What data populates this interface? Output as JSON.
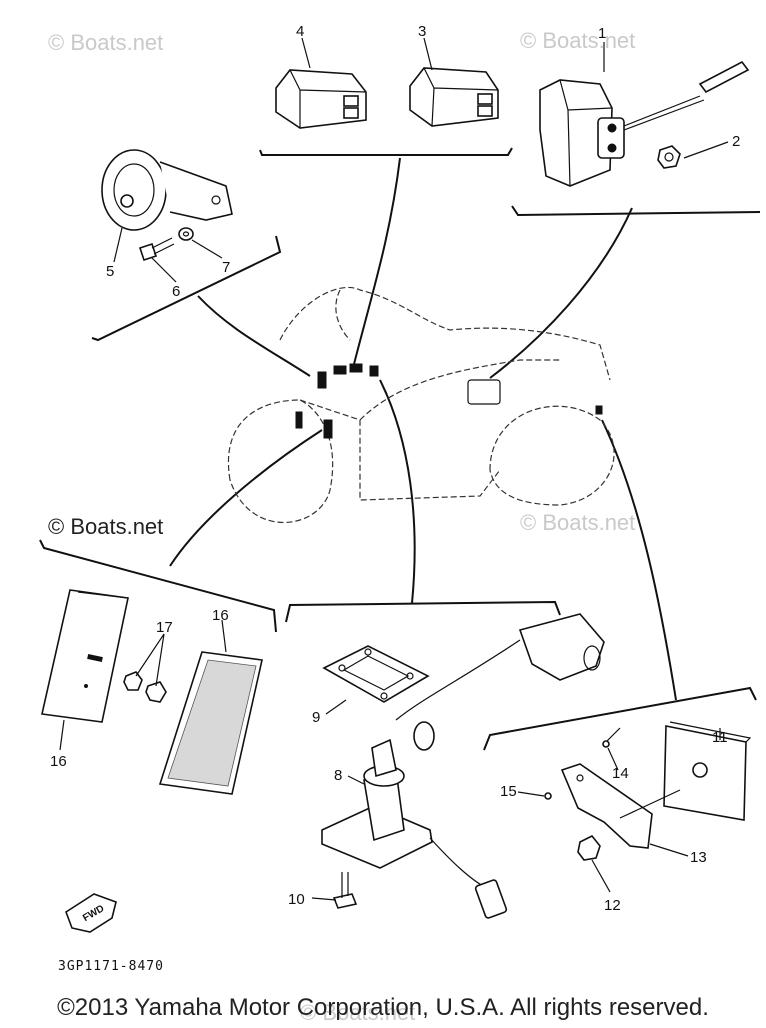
{
  "diagram": {
    "callouts": [
      "1",
      "2",
      "3",
      "4",
      "5",
      "6",
      "7",
      "8",
      "9",
      "10",
      "11",
      "12",
      "13",
      "14",
      "15",
      "16",
      "16",
      "17"
    ],
    "part_code": "3GP1171-8470",
    "fwd_label": "FWD",
    "watermarks": [
      "© Boats.net",
      "© Boats.net",
      "© Boats.net",
      "© Boats.net",
      "© Boats.net"
    ],
    "copyright": "©2013 Yamaha Motor Corporation, U.S.A. All rights reserved."
  }
}
